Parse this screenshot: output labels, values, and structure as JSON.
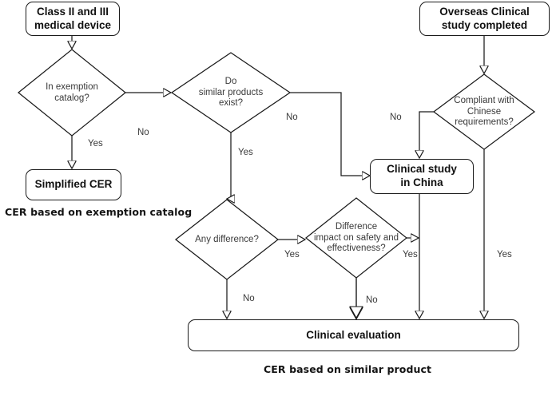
{
  "diagram": {
    "title": "Clinical Evaluation Report (CER) decision flowchart",
    "stroke_color": "#1a1a1a",
    "text_color": "#333333",
    "background": "#ffffff"
  },
  "nodes": {
    "start_device": {
      "label": "Class II and III\nmedical device",
      "line1": "Class II and III",
      "line2": "medical device"
    },
    "simplified_cer": {
      "label": "Simplified CER"
    },
    "overseas_study": {
      "line1": "Overseas Clinical",
      "line2": "study completed"
    },
    "clinical_study_china": {
      "line1": "Clinical study",
      "line2": "in China"
    },
    "clinical_evaluation": {
      "label": "Clinical evaluation"
    }
  },
  "decisions": {
    "exemption": {
      "line1": "In exemption",
      "line2": "catalog?"
    },
    "similar_products": {
      "line1": "Do",
      "line2": "similar products",
      "line3": "exist?"
    },
    "any_difference": {
      "line1": "Any difference?"
    },
    "difference_impact": {
      "line1": "Difference",
      "line2": "impact on safety and",
      "line3": "effectiveness?"
    },
    "compliant_chinese": {
      "line1": "Compliant with",
      "line2": "Chinese",
      "line3": "requirements?"
    }
  },
  "edge_labels": {
    "exemption_no": "No",
    "exemption_yes": "Yes",
    "similar_no": "No",
    "similar_yes": "Yes",
    "any_difference_yes": "Yes",
    "any_difference_no": "No",
    "impact_yes": "Yes",
    "impact_no": "No",
    "compliant_no": "No",
    "compliant_yes": "Yes"
  },
  "captions": {
    "exemption_caption": "CER based on exemption catalog",
    "similar_caption": "CER based on similar product"
  }
}
